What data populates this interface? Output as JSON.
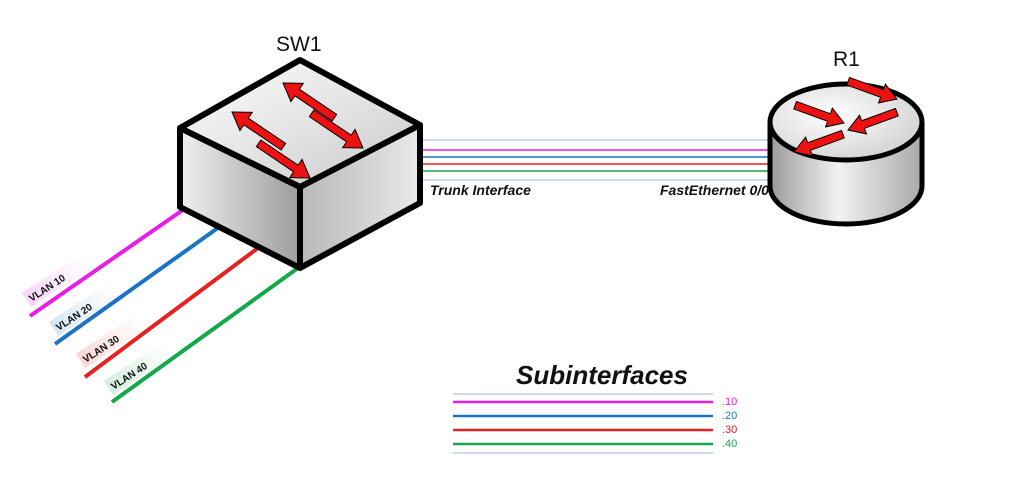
{
  "devices": {
    "switch": {
      "name": "SW1",
      "port": "Trunk Interface"
    },
    "router": {
      "name": "R1",
      "port": "FastEthernet 0/0"
    }
  },
  "vlans": [
    {
      "label": "VLAN 10",
      "color": "#e81ee8"
    },
    {
      "label": "VLAN 20",
      "color": "#1a73c6"
    },
    {
      "label": "VLAN 30",
      "color": "#e82020"
    },
    {
      "label": "VLAN 40",
      "color": "#14a84a"
    }
  ],
  "legend": {
    "title": "Subinterfaces",
    "items": [
      {
        "value": ".10",
        "color": "#e81ee8"
      },
      {
        "value": ".20",
        "color": "#1a73c6"
      },
      {
        "value": ".30",
        "color": "#e82020"
      },
      {
        "value": ".40",
        "color": "#14a84a"
      }
    ]
  },
  "colors": {
    "arrow": "#ee1111",
    "outline": "#000000",
    "trunk_outer": "#9fb4d8"
  },
  "icons": {
    "switch": "layer2-switch-icon",
    "router": "router-icon"
  }
}
